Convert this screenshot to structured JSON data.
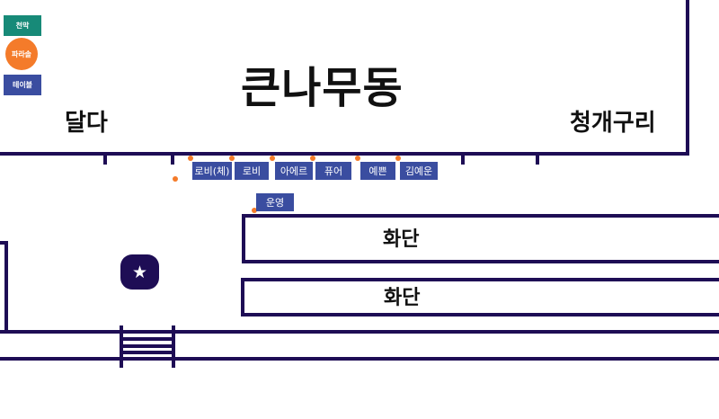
{
  "colors": {
    "wall": "#1e0d55",
    "tent": "#178a78",
    "parasol": "#f47b2a",
    "table": "#3a4da0",
    "dot": "#f47b2a"
  },
  "legend": {
    "tent": "천막",
    "parasol": "파라솔",
    "table": "테이블"
  },
  "areas": {
    "main_hall": "큰나무동",
    "left_label": "달다",
    "right_label": "청개구리",
    "flowerbed_1": "화단",
    "flowerbed_2": "화단"
  },
  "tables": [
    {
      "label": "로비(체)"
    },
    {
      "label": "로비"
    },
    {
      "label": "아에르"
    },
    {
      "label": "퓨어"
    },
    {
      "label": "예쁜"
    },
    {
      "label": "김예운"
    },
    {
      "label": "운영"
    }
  ],
  "marker": {
    "icon": "star-icon",
    "glyph": "★"
  }
}
